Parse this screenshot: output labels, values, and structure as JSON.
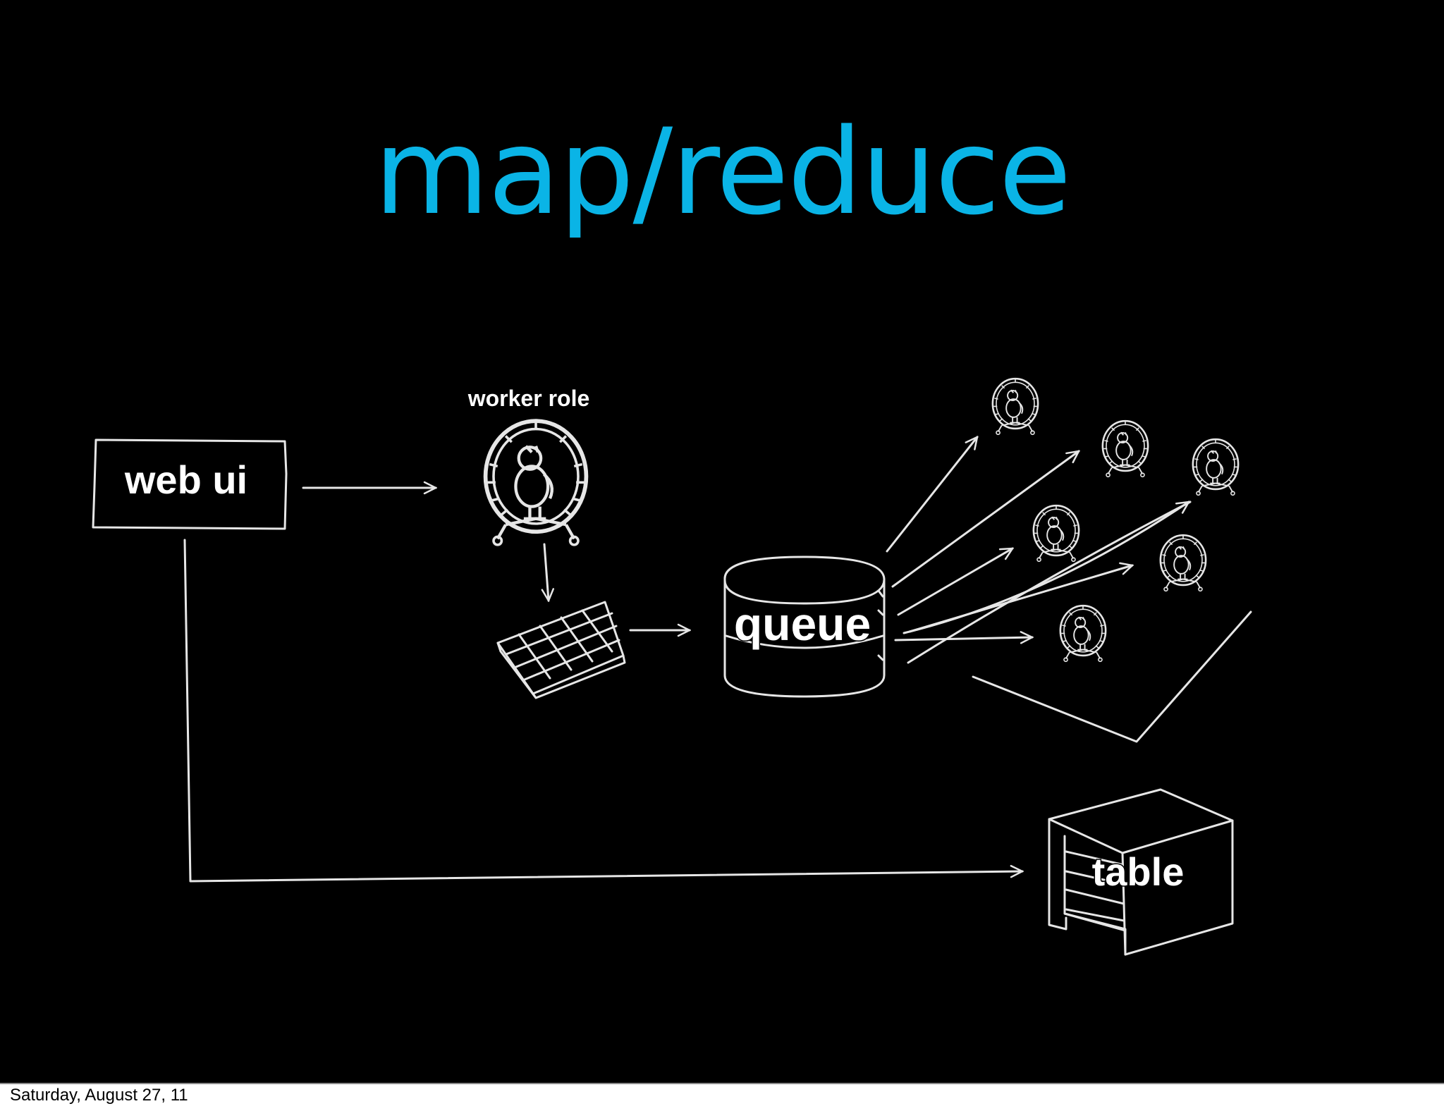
{
  "slide": {
    "title": "map/reduce",
    "title_color": "#0ab4e6",
    "background": "#000000",
    "stroke_color": "#e6e6e6"
  },
  "diagram": {
    "web_ui_label": "web ui",
    "worker_role_label": "worker role",
    "queue_label": "queue",
    "table_label": "table"
  },
  "footer": {
    "date": "Saturday, August 27, 11"
  }
}
